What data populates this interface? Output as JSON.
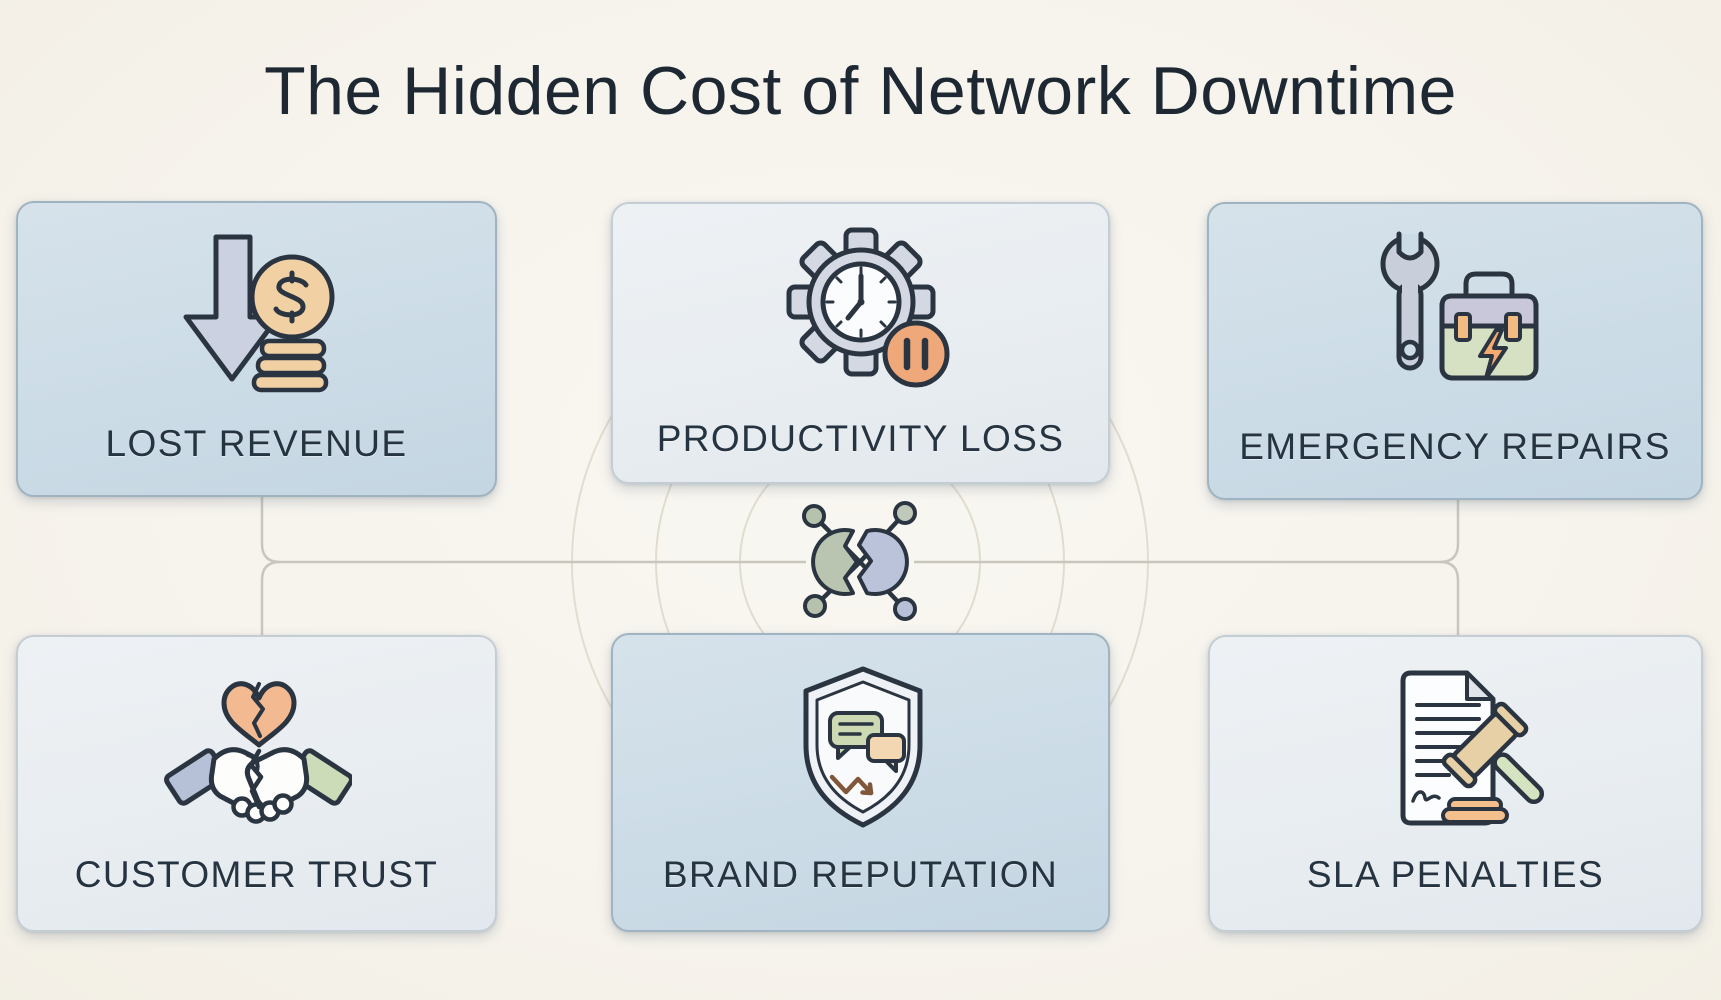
{
  "title": "The Hidden Cost of Network Downtime",
  "center": {
    "icon": "broken-network-icon"
  },
  "cards": [
    {
      "label": "LOST REVENUE",
      "icon": "revenue-down-icon",
      "tone": "blue"
    },
    {
      "label": "PRODUCTIVITY LOSS",
      "icon": "gear-clock-pause-icon",
      "tone": "light"
    },
    {
      "label": "EMERGENCY REPAIRS",
      "icon": "wrench-toolbox-icon",
      "tone": "blue"
    },
    {
      "label": "CUSTOMER TRUST",
      "icon": "broken-handshake-icon",
      "tone": "light"
    },
    {
      "label": "BRAND REPUTATION",
      "icon": "shield-decline-icon",
      "tone": "blue"
    },
    {
      "label": "SLA PENALTIES",
      "icon": "contract-gavel-icon",
      "tone": "light"
    }
  ],
  "colors": {
    "background": "#f6f3ec",
    "card_blue": "#cddce7",
    "card_light": "#e9edf1",
    "outline": "#2b3541",
    "title_text": "#1d2833",
    "label_text": "#263340",
    "accent_orange": "#efa87a",
    "accent_peach": "#f1d0a3",
    "accent_green": "#cdd9b4",
    "accent_lavender": "#c9cedb",
    "connector": "#c9c6be",
    "ring": "#ddd8ca"
  }
}
